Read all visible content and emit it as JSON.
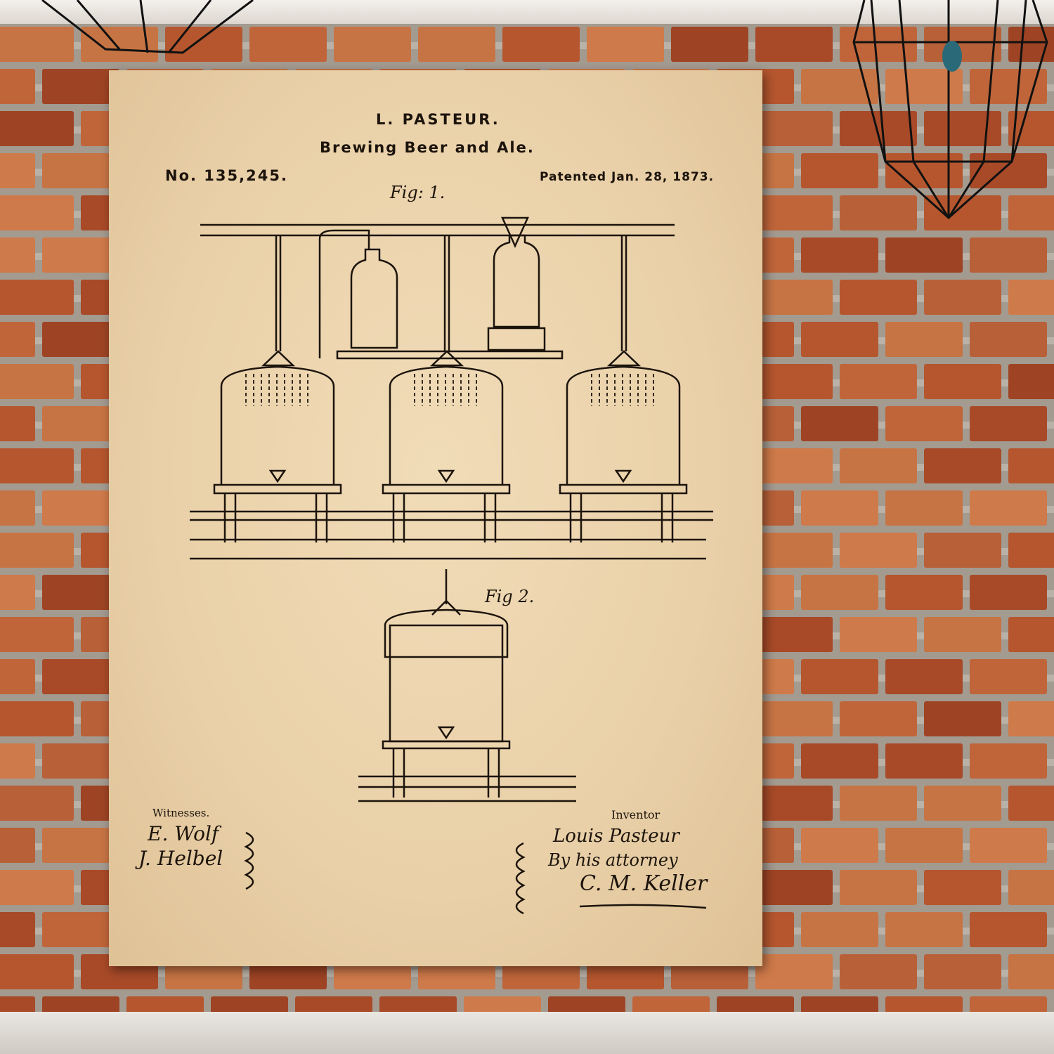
{
  "poster": {
    "inventor_header": "L. PASTEUR.",
    "title": "Brewing Beer and Ale.",
    "patent_number": "No. 135,245.",
    "patent_date": "Patented Jan. 28, 1873.",
    "fig1_label": "Fig: 1.",
    "fig2_label": "Fig 2.",
    "witnesses_label": "Witnesses.",
    "witness_1": "E. Wolf",
    "witness_2": "J. Helbel",
    "inventor_label": "Inventor",
    "inventor_signature": "Louis Pasteur",
    "attorney_line": "By his attorney",
    "attorney_signature": "C. M. Keller"
  },
  "colors": {
    "paper": "#ead2aa",
    "ink": "#1c140c",
    "brick": "#b5562e",
    "mortar": "#b9b2a8"
  }
}
